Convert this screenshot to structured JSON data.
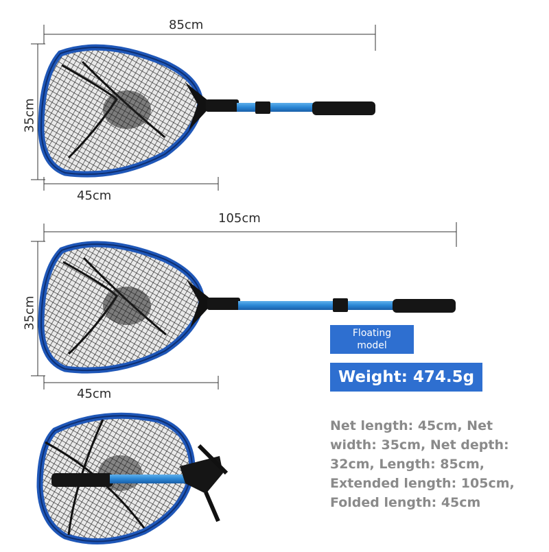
{
  "dimensions": {
    "top": {
      "length": "85cm",
      "height": "35cm",
      "width": "45cm"
    },
    "middle": {
      "length": "105cm",
      "height": "35cm",
      "width": "45cm"
    }
  },
  "badges": {
    "floating_line1": "Floating",
    "floating_line2": "model",
    "weight": "Weight: 474.5g"
  },
  "specs": {
    "lines": [
      "Net length: 45cm, Net",
      "width: 35cm, Net depth:",
      "32cm, Length: 85cm,",
      "Extended length: 105cm,",
      "Folded length: 45cm"
    ]
  },
  "colors": {
    "frame_blue": "#1f57b8",
    "handle_blue": "#2a86d4",
    "grip_black": "#151515",
    "badge_blue": "#2e6fd0",
    "spec_gray": "#8a8a8a"
  }
}
